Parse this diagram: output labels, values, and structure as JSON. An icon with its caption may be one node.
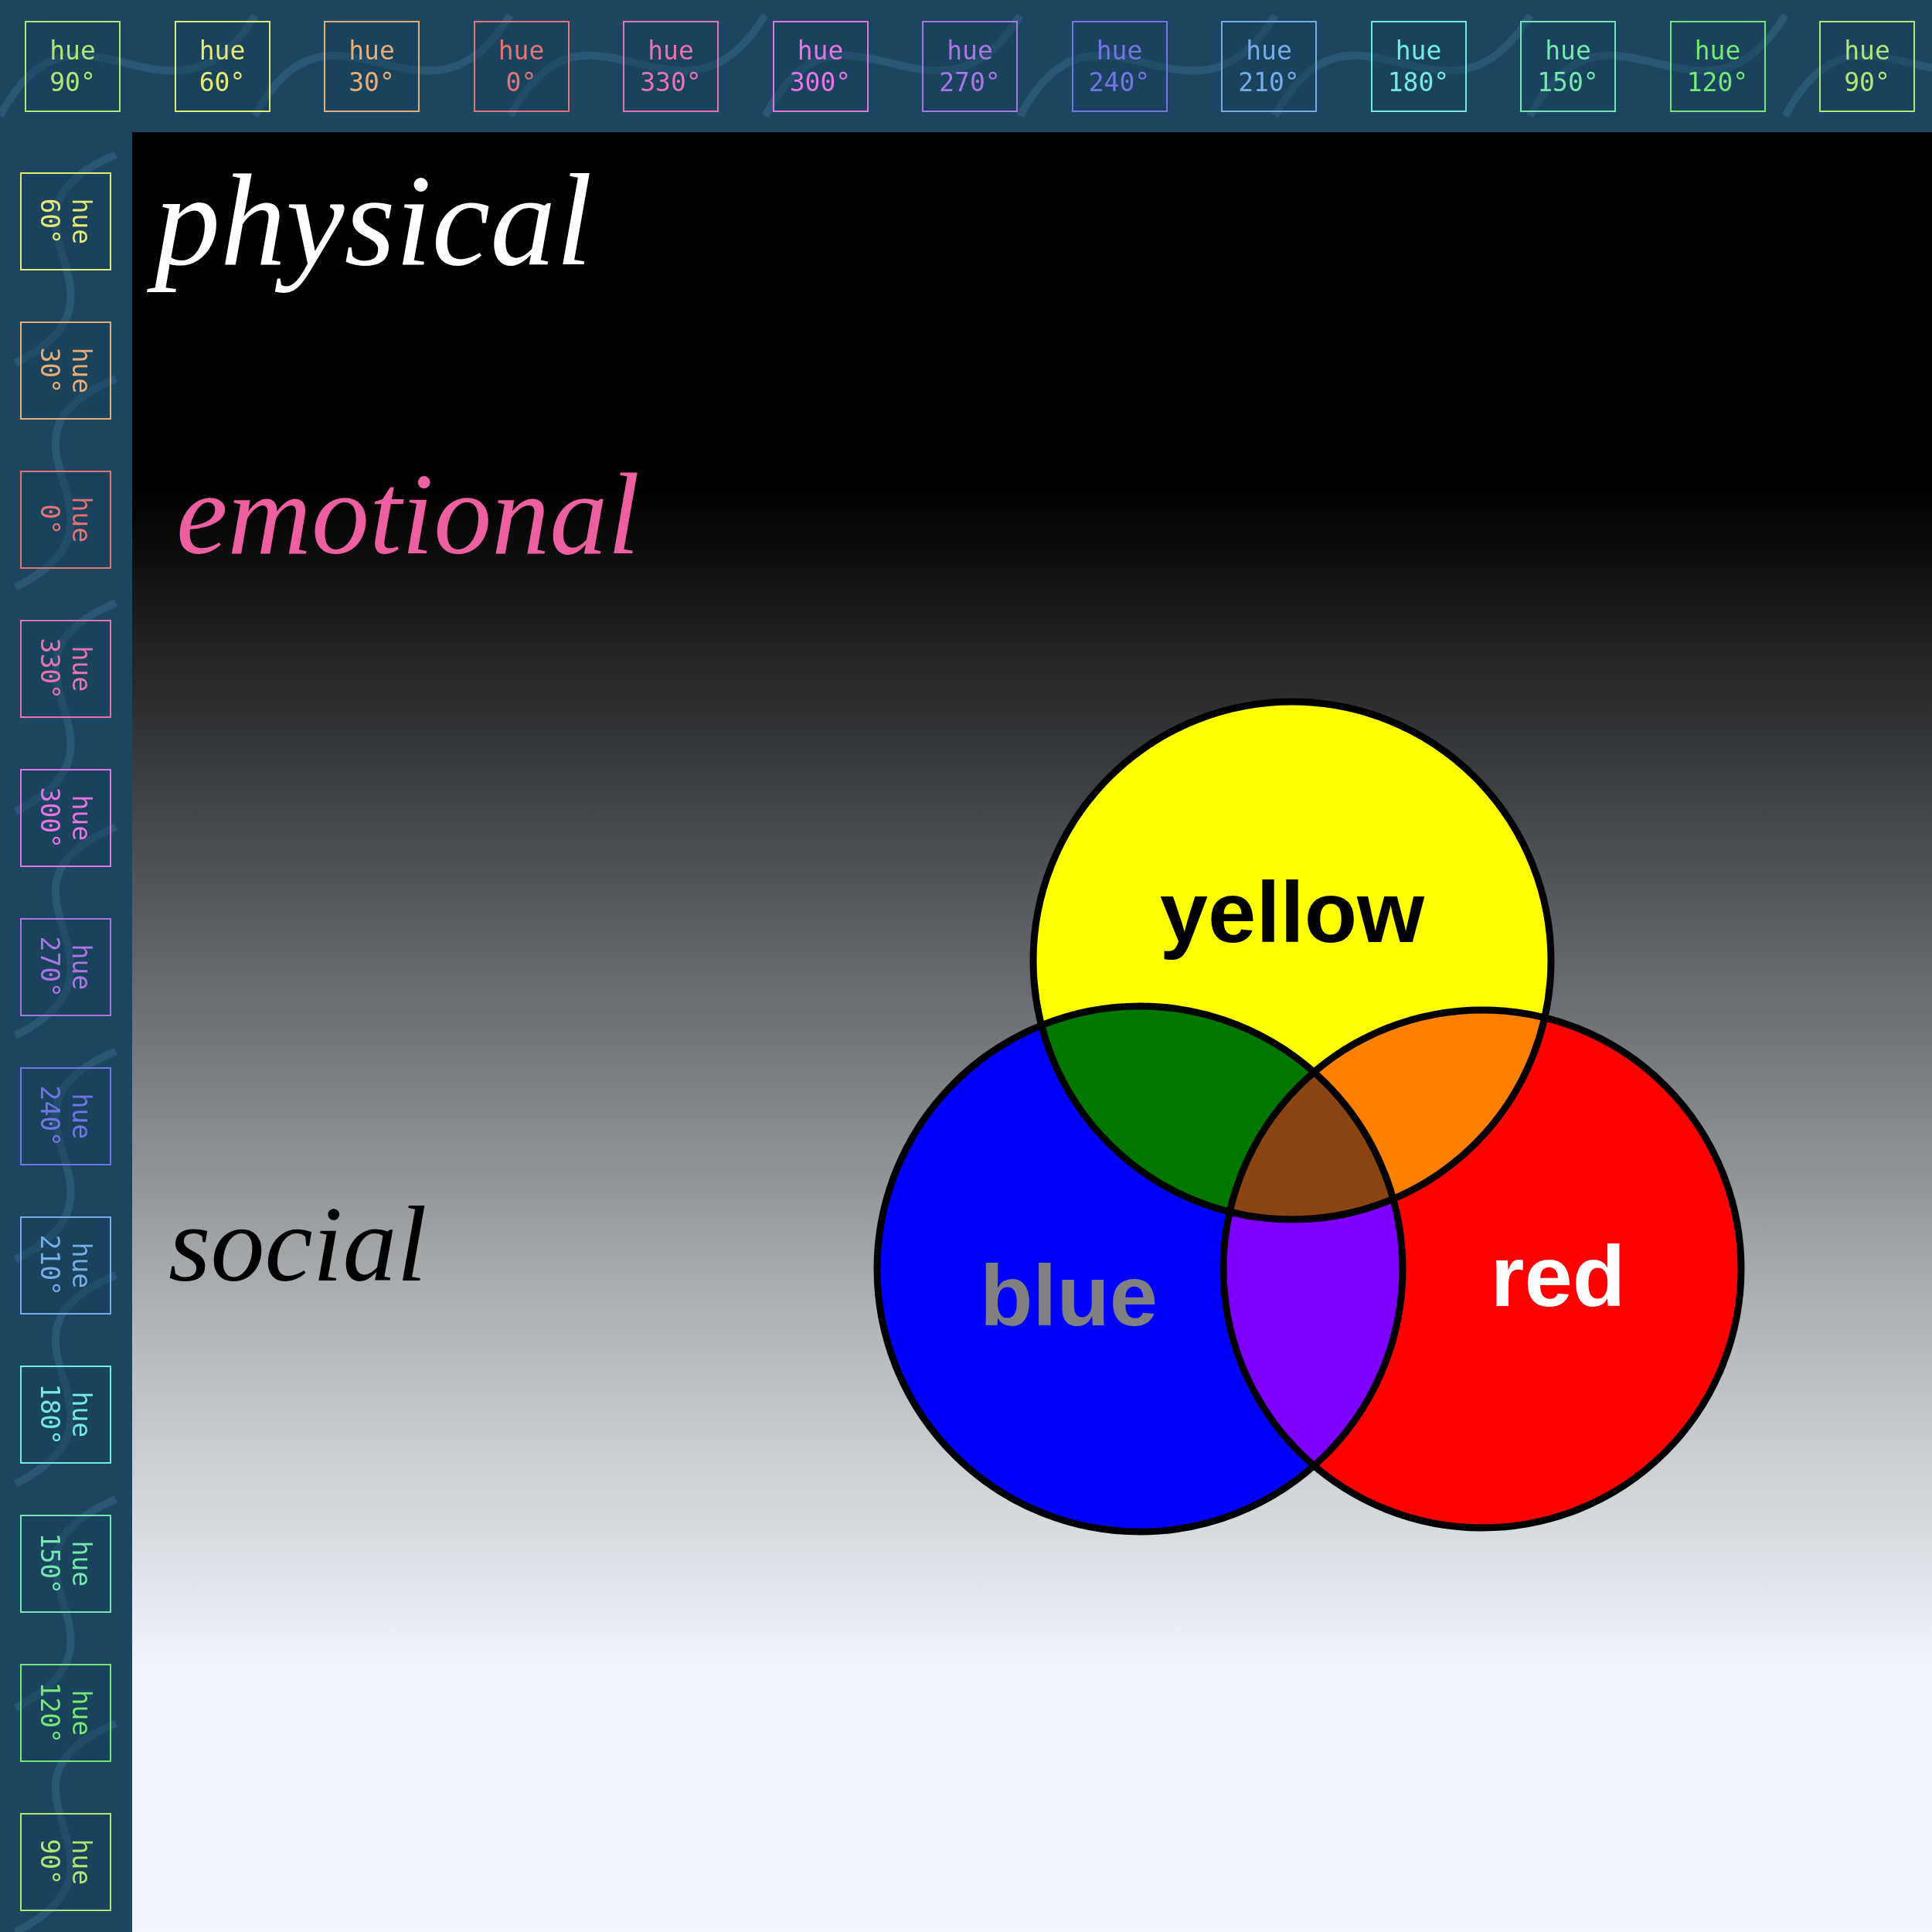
{
  "diagram": {
    "nodes": [
      {
        "text": [
          "hue 90°"
        ]
      },
      {
        "text": [
          "hue 60°"
        ]
      },
      {
        "text": [
          "hue 30°"
        ]
      },
      {
        "text": [
          "hue 0°"
        ]
      },
      {
        "text": [
          "hue 330°"
        ]
      },
      {
        "text": [
          "hue 300°"
        ]
      },
      {
        "text": [
          "hue 270°"
        ]
      },
      {
        "text": [
          "hue 240°"
        ]
      },
      {
        "text": [
          "hue 210°"
        ]
      },
      {
        "text": [
          "hue 180°"
        ]
      },
      {
        "text": [
          "hue 150°"
        ]
      },
      {
        "text": [
          "hue 120°"
        ]
      },
      {
        "text": [
          "hue 90°"
        ]
      },
      {
        "text": [
          "hue 60°"
        ]
      },
      {
        "text": [
          "hue 30°"
        ]
      },
      {
        "text": [
          "hue 0°"
        ]
      },
      {
        "text": [
          "hue 330°"
        ]
      },
      {
        "text": [
          "hue 300°"
        ]
      },
      {
        "text": [
          "hue 270°"
        ]
      },
      {
        "text": [
          "hue 240°"
        ]
      },
      {
        "text": [
          "hue 210°"
        ]
      },
      {
        "text": [
          "hue 180°"
        ]
      },
      {
        "text": [
          "hue 150°"
        ]
      },
      {
        "text": [
          "hue 120°"
        ]
      },
      {
        "text": [
          "hue 90°"
        ]
      },
      {
        "text": [
          "yellow"
        ]
      },
      {
        "text": [
          "blue"
        ]
      },
      {
        "text": [
          "red"
        ]
      }
    ],
    "labels": [
      "physical",
      "emotional",
      "social"
    ]
  }
}
